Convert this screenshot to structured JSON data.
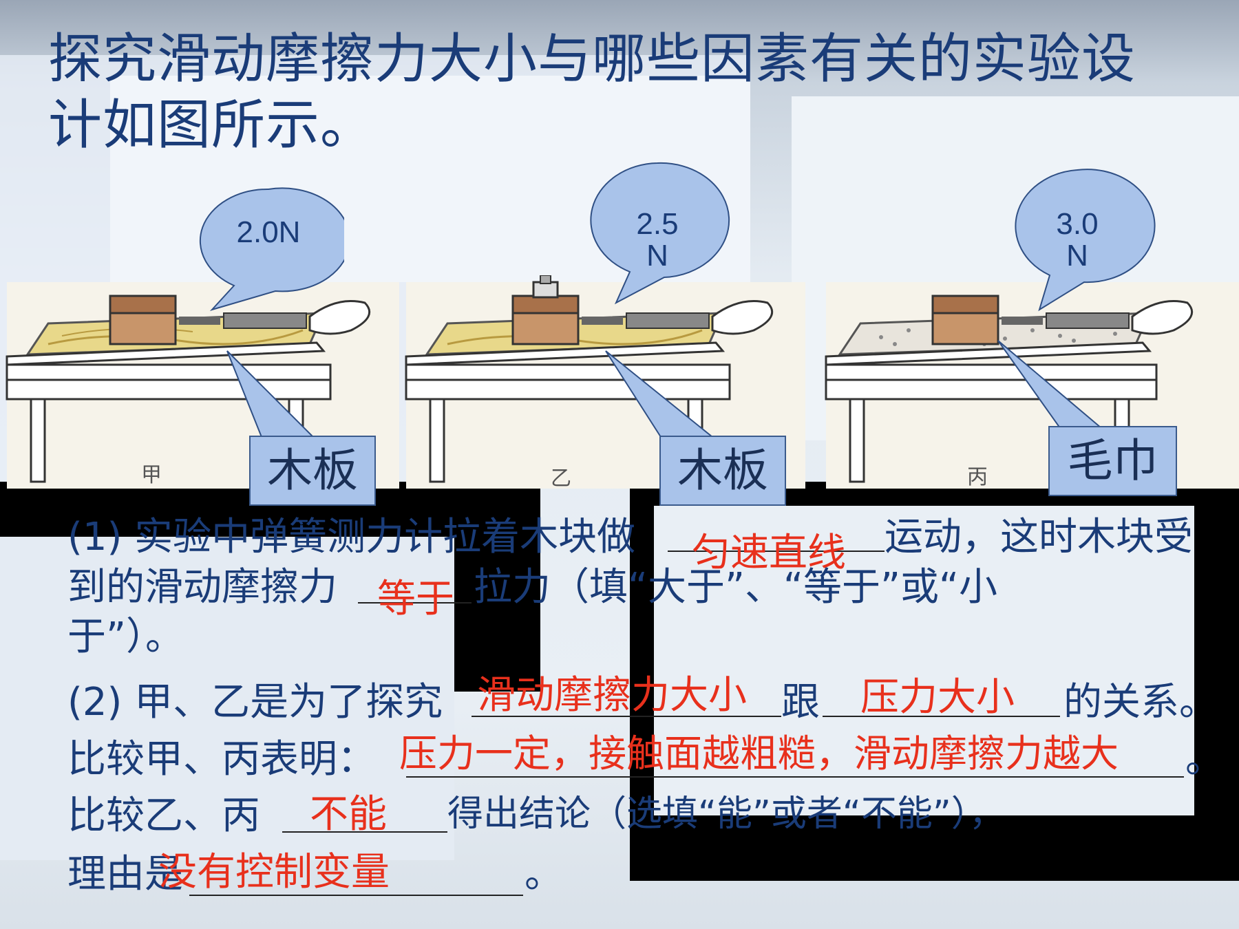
{
  "title": "探究滑动摩擦力大小与哪些因素有关的实验设计如图所示。",
  "panels": [
    {
      "force": "2.0N",
      "surface": "木板",
      "caption": "甲"
    },
    {
      "force": "2.5\nN",
      "surface": "木板",
      "caption": "乙"
    },
    {
      "force": "3.0\nN",
      "surface": "毛巾",
      "caption": "丙"
    }
  ],
  "q1": {
    "prefix": "(1) 实验中弹簧测力计拉着木块做",
    "mid": "运动，这时木块受",
    "line2_prefix": "到的滑动摩擦力",
    "line2_suffix": "拉力（填“大于”、“等于”或“小",
    "line3": "于”）。",
    "ans1": "匀速直线",
    "ans2": "等于"
  },
  "q2": {
    "prefix": "(2) 甲、乙是为了探究",
    "mid": "跟",
    "suffix": "的关系。",
    "line2_prefix": "比较甲、丙表明：",
    "line2_suffix": "。",
    "line3_prefix": "比较乙、丙",
    "line3_suffix": "得出结论（选填“能”或者“不能”），",
    "line4_prefix": "理由是",
    "line4_suffix": "。",
    "ans1": "滑动摩擦力大小",
    "ans2": "压力大小",
    "ans3": "压力一定，接触面越粗糙，滑动摩擦力越大",
    "ans4": "不能",
    "ans5": "没有控制变量"
  },
  "colors": {
    "title": "#1a3c78",
    "answer": "#e8301c",
    "bubble": "#a9c3ea"
  }
}
